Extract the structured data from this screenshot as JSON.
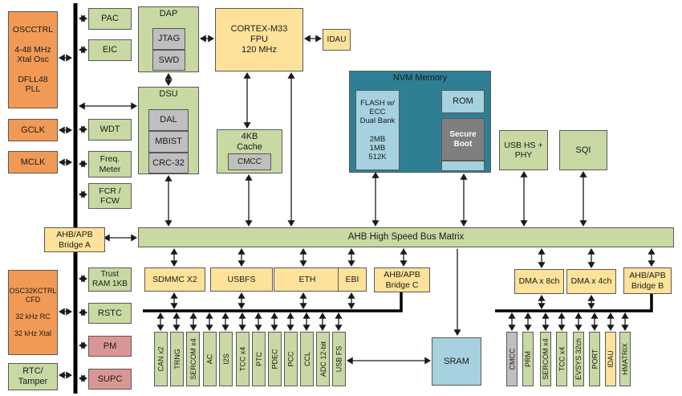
{
  "colors": {
    "clock_orange": "#F09A55",
    "peripheral_green": "#C8D9A3",
    "bus_yellow": "#FFE299",
    "sub_gray": "#BFBFBF",
    "nvm_teal": "#2E7F93",
    "memory_light_blue": "#A5D2DE",
    "secure_dark_gray": "#7F7F7F",
    "power_pink": "#D99694"
  },
  "blocks": {
    "oscctrl": "OSCCTRL\n\n4-48 MHz\nXtal Osc\n\nDFLL48\nPLL",
    "gclk": "GCLK",
    "mclk": "MCLK",
    "osc32kctrl": "OSC32KCTRL\nCFD\n\n32 kHz RC\n\n32 kHz Xtal",
    "rtc_tamper": "RTC/\nTamper",
    "pac": "PAC",
    "eic": "EIC",
    "wdt": "WDT",
    "freq_meter": "Freq.\nMeter",
    "fcr_fcw": "FCR /\nFCW",
    "trust_ram": "Trust\nRAM 1KB",
    "rstc": "RSTC",
    "pm": "PM",
    "supc": "SUPC",
    "dap": "DAP",
    "jtag": "JTAG",
    "swd": "SWD",
    "dsu": "DSU",
    "dal": "DAL",
    "mbist": "MBIST",
    "crc32": "CRC-32",
    "cortex": "CORTEX-M33\nFPU\n120 MHz",
    "idau_top": "IDAU",
    "cache": "4KB\nCache",
    "cmcc_cache": "CMCC",
    "nvm_title": "NVM Memory",
    "flash": "FLASH w/\nECC\nDual Bank\n\n2MB\n1MB\n512K",
    "rom": "ROM",
    "secure_boot": "Secure\nBoot",
    "usb_hs_phy": "USB HS +\nPHY",
    "sqi": "SQI",
    "bridge_a": "AHB/APB\nBridge A",
    "bus_matrix": "AHB High Speed Bus Matrix",
    "sdmmc": "SDMMC X2",
    "usbfs": "USBFS",
    "eth": "ETH",
    "ebi": "EBI",
    "bridge_c": "AHB/APB\nBridge C",
    "dma8": "DMA x 8ch",
    "dma4": "DMA x 4ch",
    "bridge_b": "AHB/APB\nBridge B",
    "sram": "SRAM"
  },
  "peripherals_left": [
    "CAN x2",
    "TRNG",
    "SERCOM x4",
    "AC",
    "I2S",
    "TCC x4",
    "PTC",
    "PDEC",
    "PCC",
    "CCL",
    "ADC 12-bit",
    "USB FS"
  ],
  "peripherals_right": [
    "CMCC",
    "PRM",
    "SERCOM x4",
    "TCC x4",
    "EVSYS 32ch",
    "PORT",
    "IDAU",
    "HMATRIX"
  ]
}
